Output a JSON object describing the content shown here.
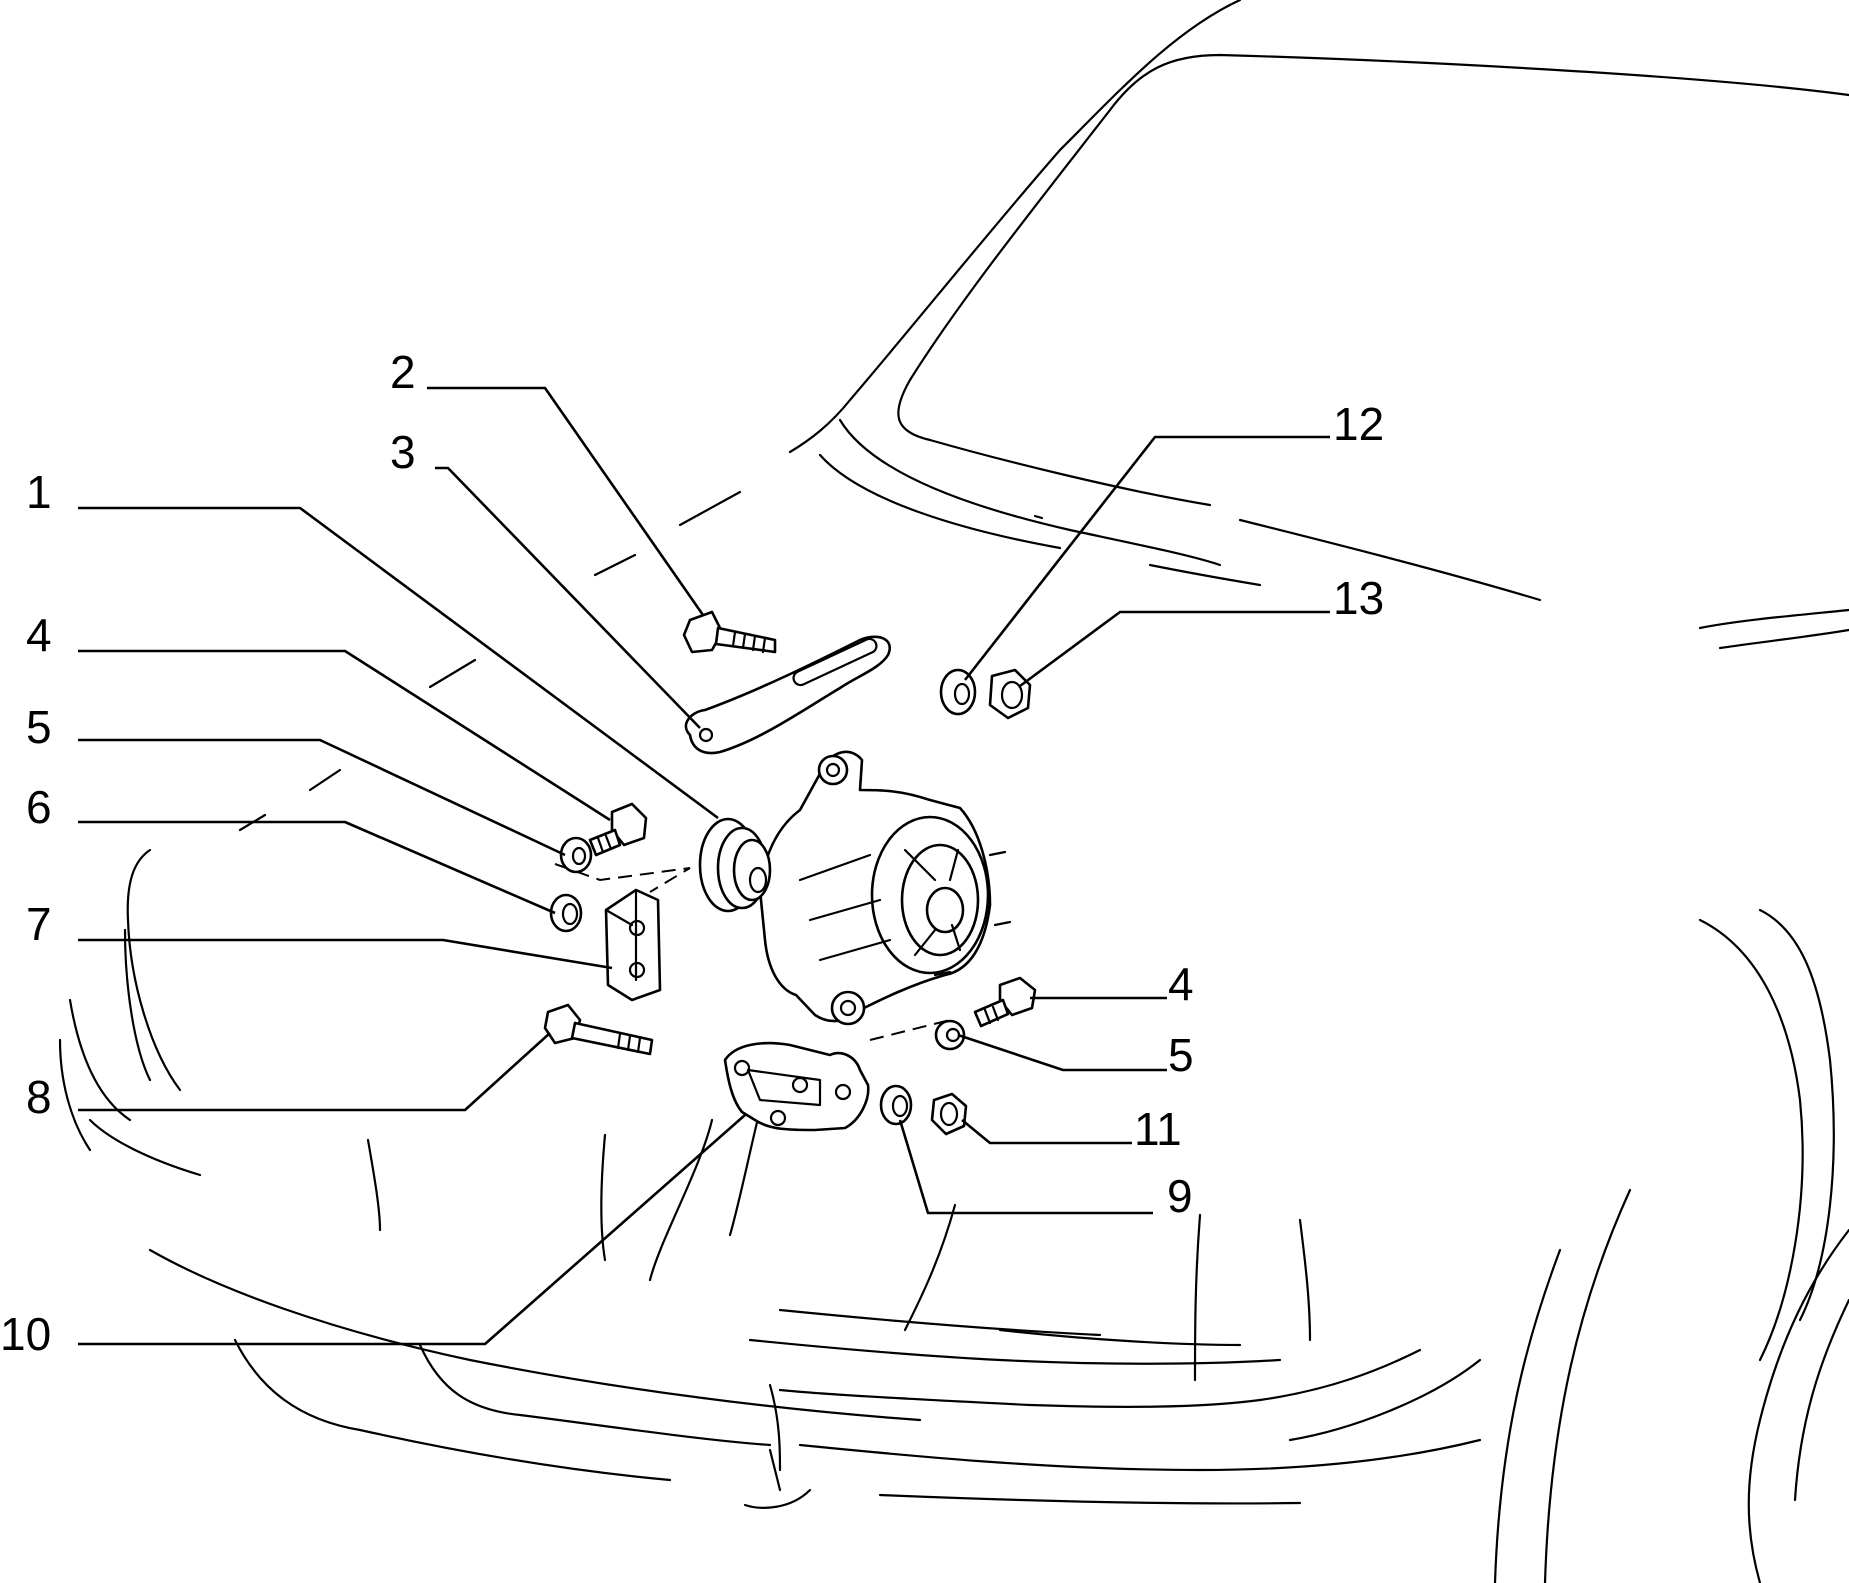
{
  "callouts": {
    "c1": "1",
    "c2": "2",
    "c3": "3",
    "c4a": "4",
    "c5a": "5",
    "c6": "6",
    "c7": "7",
    "c8": "8",
    "c10": "10",
    "c12": "12",
    "c13": "13",
    "c4b": "4",
    "c5b": "5",
    "c11": "11",
    "c9": "9"
  }
}
